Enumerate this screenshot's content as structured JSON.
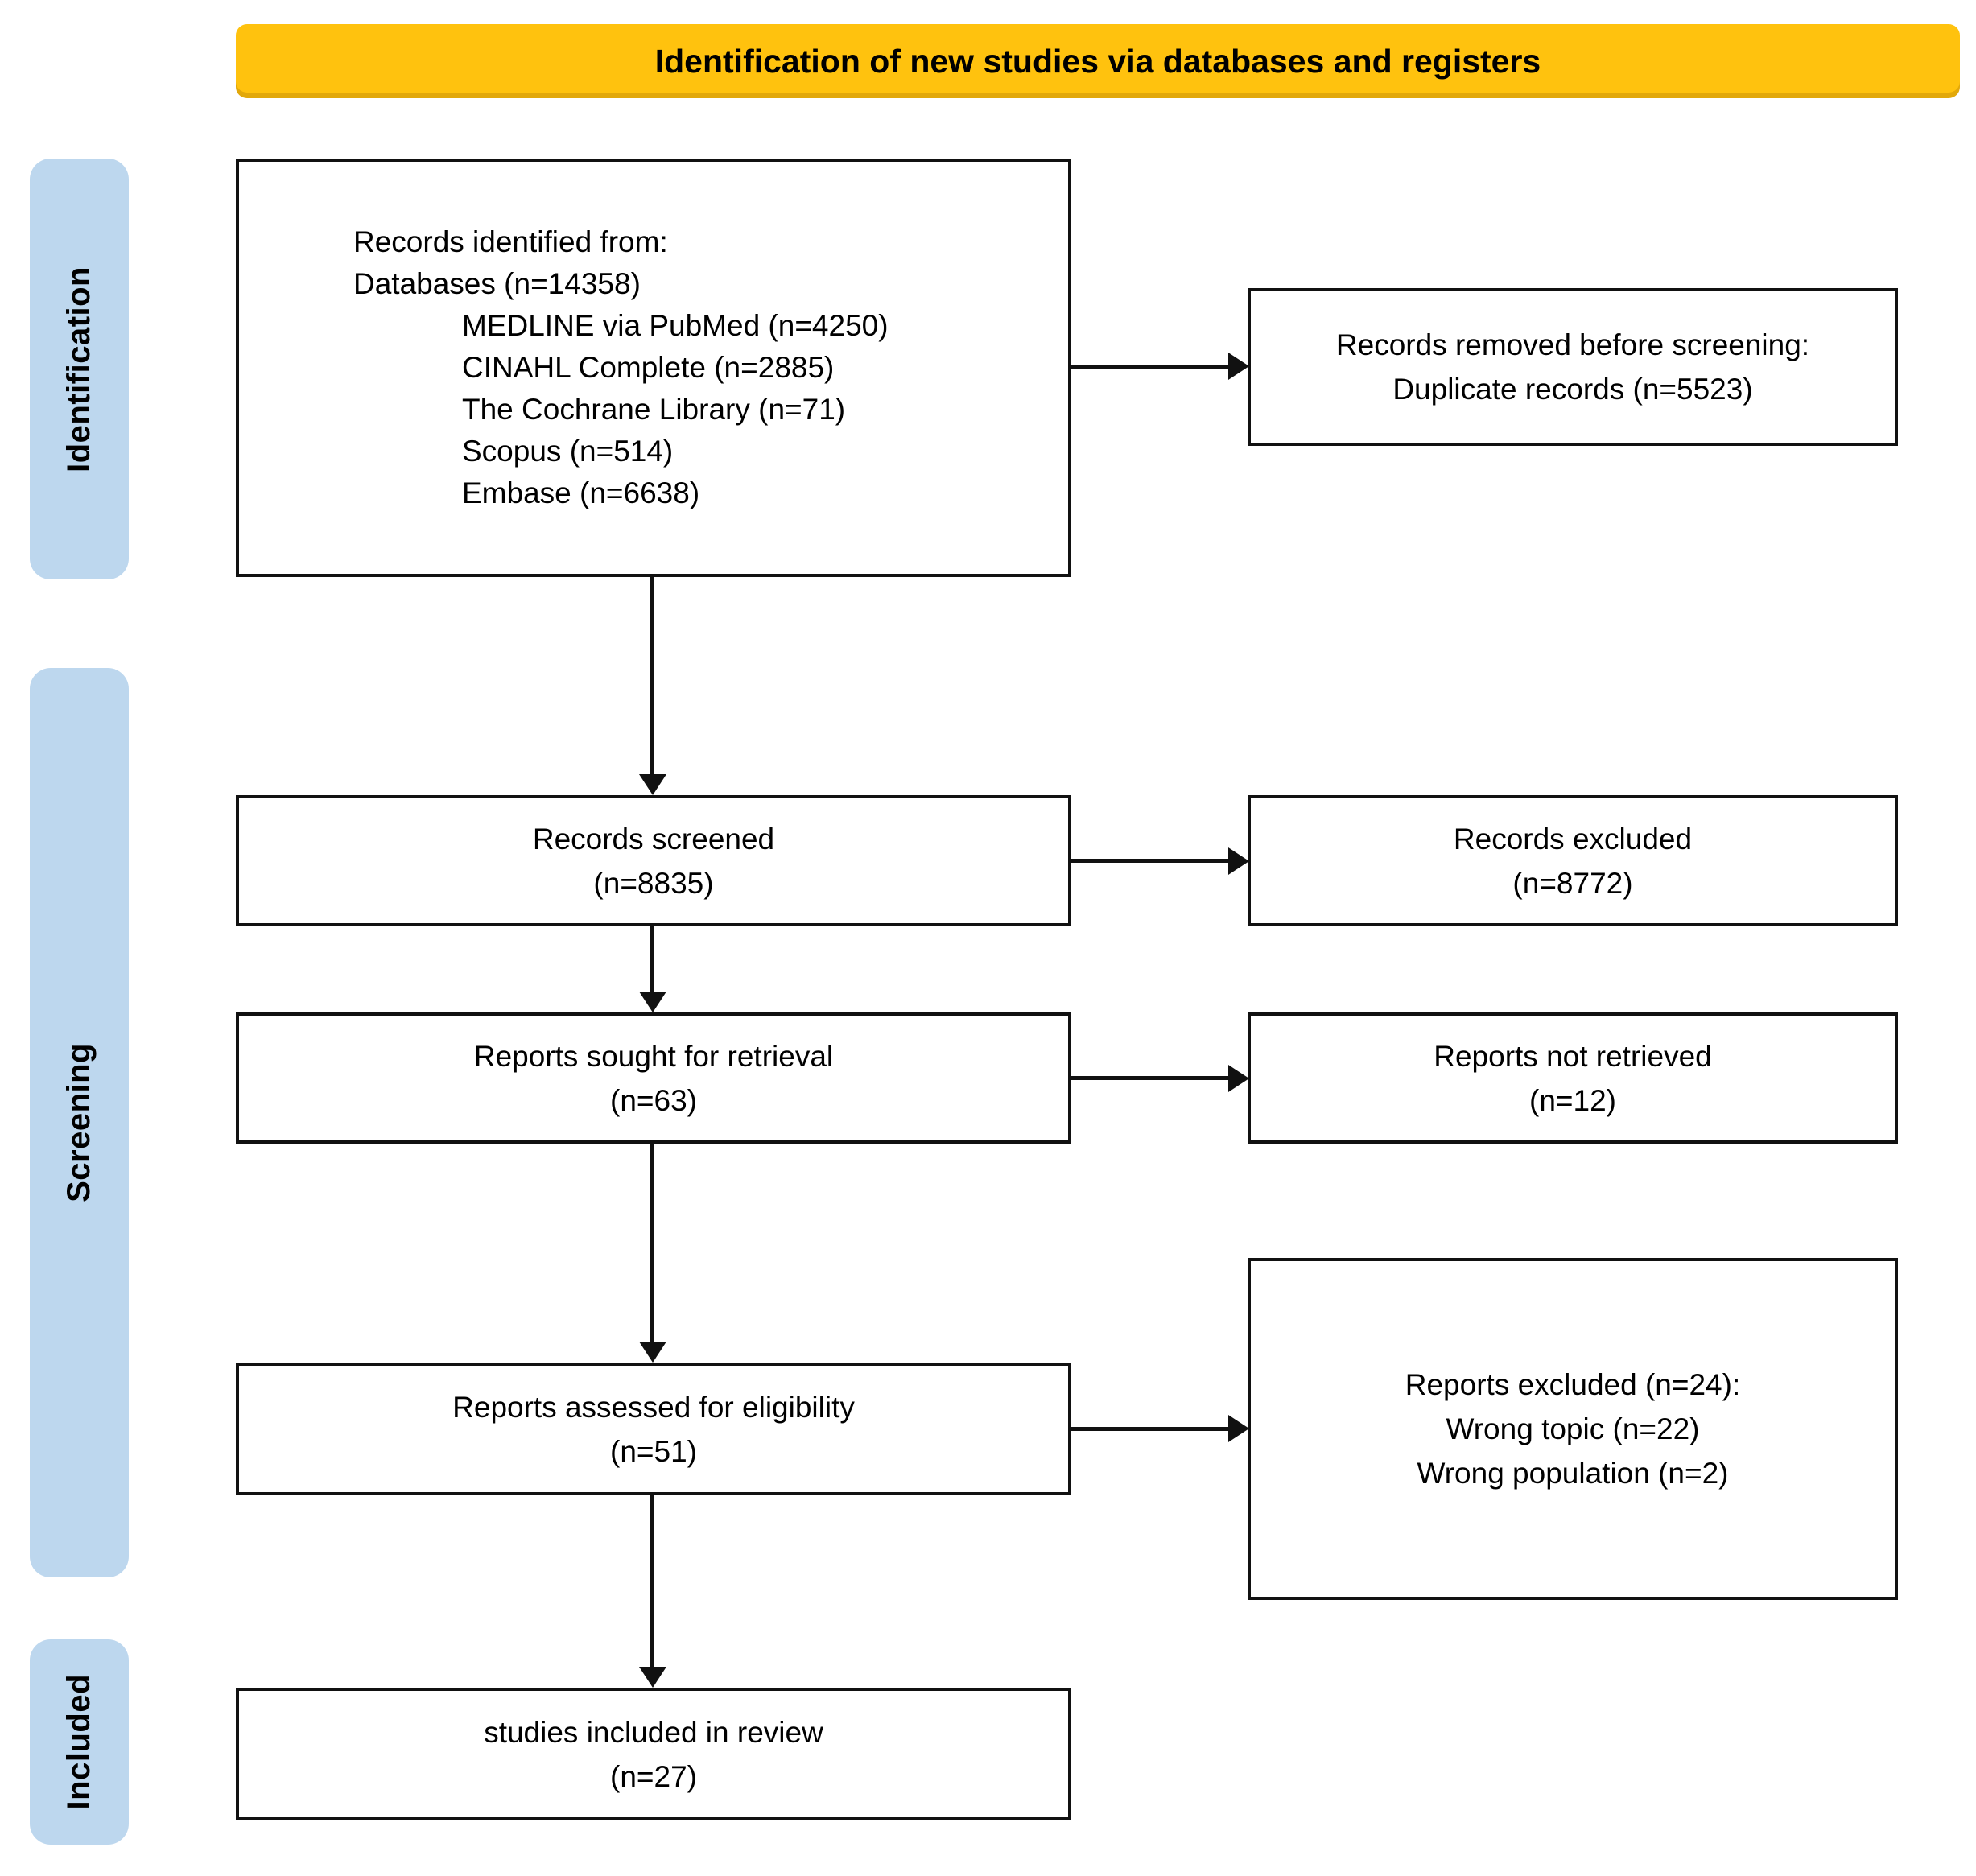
{
  "banner": {
    "title": "Identification of new studies via databases and registers",
    "bg_color": "#FFC20E"
  },
  "sidebar": {
    "bg_color": "#BDD7EE",
    "stages": [
      {
        "label": "Identification"
      },
      {
        "label": "Screening"
      },
      {
        "label": "Included"
      }
    ]
  },
  "boxes": {
    "records_identified": {
      "line1": "Records identified from:",
      "line2": "Databases (n=14358)",
      "sources": [
        "MEDLINE via PubMed (n=4250)",
        "CINAHL Complete (n=2885)",
        "The Cochrane Library (n=71)",
        "Scopus (n=514)",
        "Embase (n=6638)"
      ]
    },
    "records_removed": {
      "line1": "Records removed before screening:",
      "line2": "Duplicate records (n=5523)"
    },
    "records_screened": {
      "line1": "Records screened",
      "line2": "(n=8835)"
    },
    "records_excluded": {
      "line1": "Records excluded",
      "line2": "(n=8772)"
    },
    "reports_sought": {
      "line1": "Reports sought for retrieval",
      "line2": "(n=63)"
    },
    "reports_not_retrieved": {
      "line1": "Reports not retrieved",
      "line2": "(n=12)"
    },
    "reports_assessed": {
      "line1": "Reports assessed for eligibility",
      "line2": "(n=51)"
    },
    "reports_excluded": {
      "line1": "Reports excluded (n=24):",
      "line2": "Wrong topic (n=22)",
      "line3": "Wrong population (n=2)"
    },
    "studies_included": {
      "line1": "studies included in review",
      "line2": "(n=27)"
    }
  }
}
